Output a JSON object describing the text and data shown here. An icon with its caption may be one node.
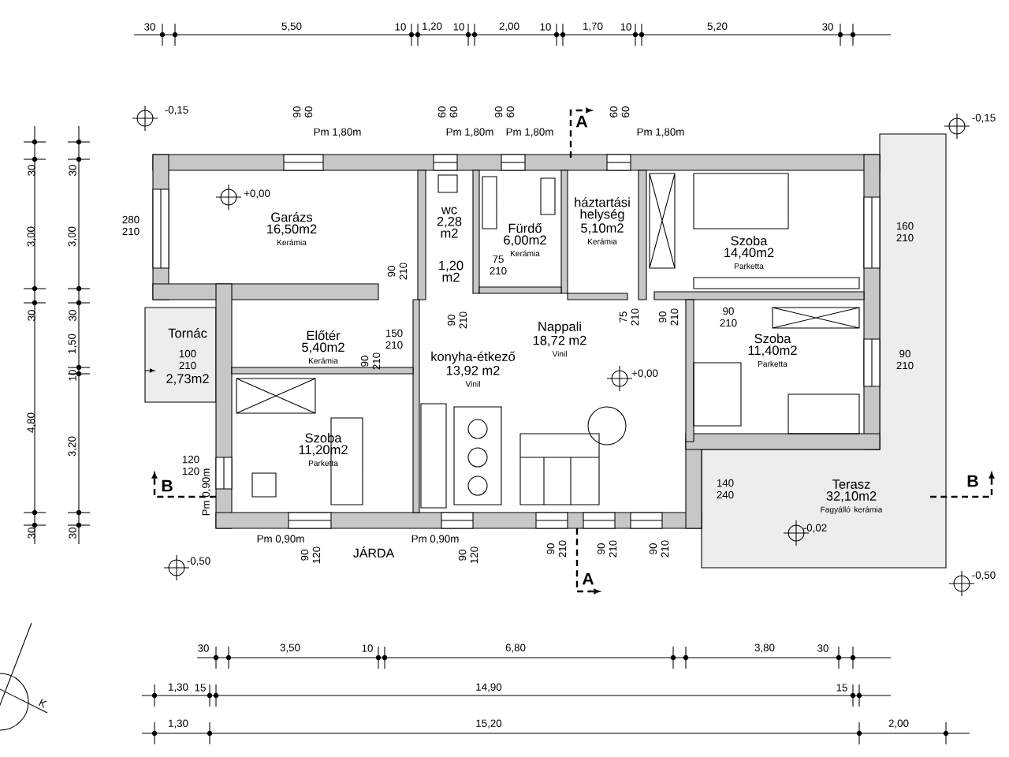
{
  "diagram": {
    "nodes": [
      {
        "text": [
          "Garázs",
          "16,50m2",
          "Kerámia"
        ]
      },
      {
        "text": [
          "wc",
          "2,28 m2"
        ]
      },
      {
        "text": [
          "Fürdő",
          "6,00m2",
          "Kerámia"
        ]
      },
      {
        "text": [
          "háztartási helység",
          "5,10m2",
          "Kerámia"
        ]
      },
      {
        "text": [
          "Szoba",
          "14,40m2",
          "Parketta"
        ]
      },
      {
        "text": [
          "1,20 m2"
        ]
      },
      {
        "text": [
          "Tornác",
          "2,73m2"
        ]
      },
      {
        "text": [
          "Előtér",
          "5,40m2",
          "Kerámia"
        ]
      },
      {
        "text": [
          "konyha-étkező",
          "13,92 m2",
          "Vinil"
        ]
      },
      {
        "text": [
          "Nappali",
          "18,72 m2",
          "Vinil"
        ]
      },
      {
        "text": [
          "Szoba",
          "11,40m2",
          "Parketta"
        ]
      },
      {
        "text": [
          "Szoba",
          "11,20m2",
          "Parketta"
        ]
      },
      {
        "text": [
          "Terasz",
          "32,10m2",
          "Fagyálló kerámia"
        ]
      }
    ],
    "labels": [
      "30",
      "5,50",
      "10",
      "1,20",
      "10",
      "2,00",
      "10",
      "1,70",
      "10",
      "5,20",
      "30",
      "-0,15",
      "90 60",
      "Pm 1,80m",
      "60 60",
      "Pm 1,80m",
      "90 60",
      "Pm 1,80m",
      "A",
      "60 60",
      "Pm 1,80m",
      "-0,15",
      "30",
      "3,00",
      "30",
      "4,80",
      "30",
      "30",
      "3,00",
      "30",
      "1,50",
      "10",
      "3,20",
      "30",
      "+0,00",
      "280 210",
      "90 210",
      "75 210",
      "90 210",
      "100 210",
      "150 210",
      "90 210",
      "75 210",
      "90 210",
      "90 210",
      "160 210",
      "+0,00",
      "90 210",
      "120 120",
      "B",
      "Pm 0,90m",
      "140 240",
      "B",
      "-0,02",
      "-0,50",
      "Pm 0,90m",
      "90 120",
      "JÁRDA",
      "Pm 0,90m",
      "90 120",
      "90 210",
      "90 210",
      "90 210",
      "A",
      "-0,50",
      "30",
      "3,50",
      "10",
      "6,80",
      "3,80",
      "30",
      "1,30",
      "15",
      "14,90",
      "15",
      "1,30",
      "15,20",
      "2,00",
      "K"
    ]
  }
}
